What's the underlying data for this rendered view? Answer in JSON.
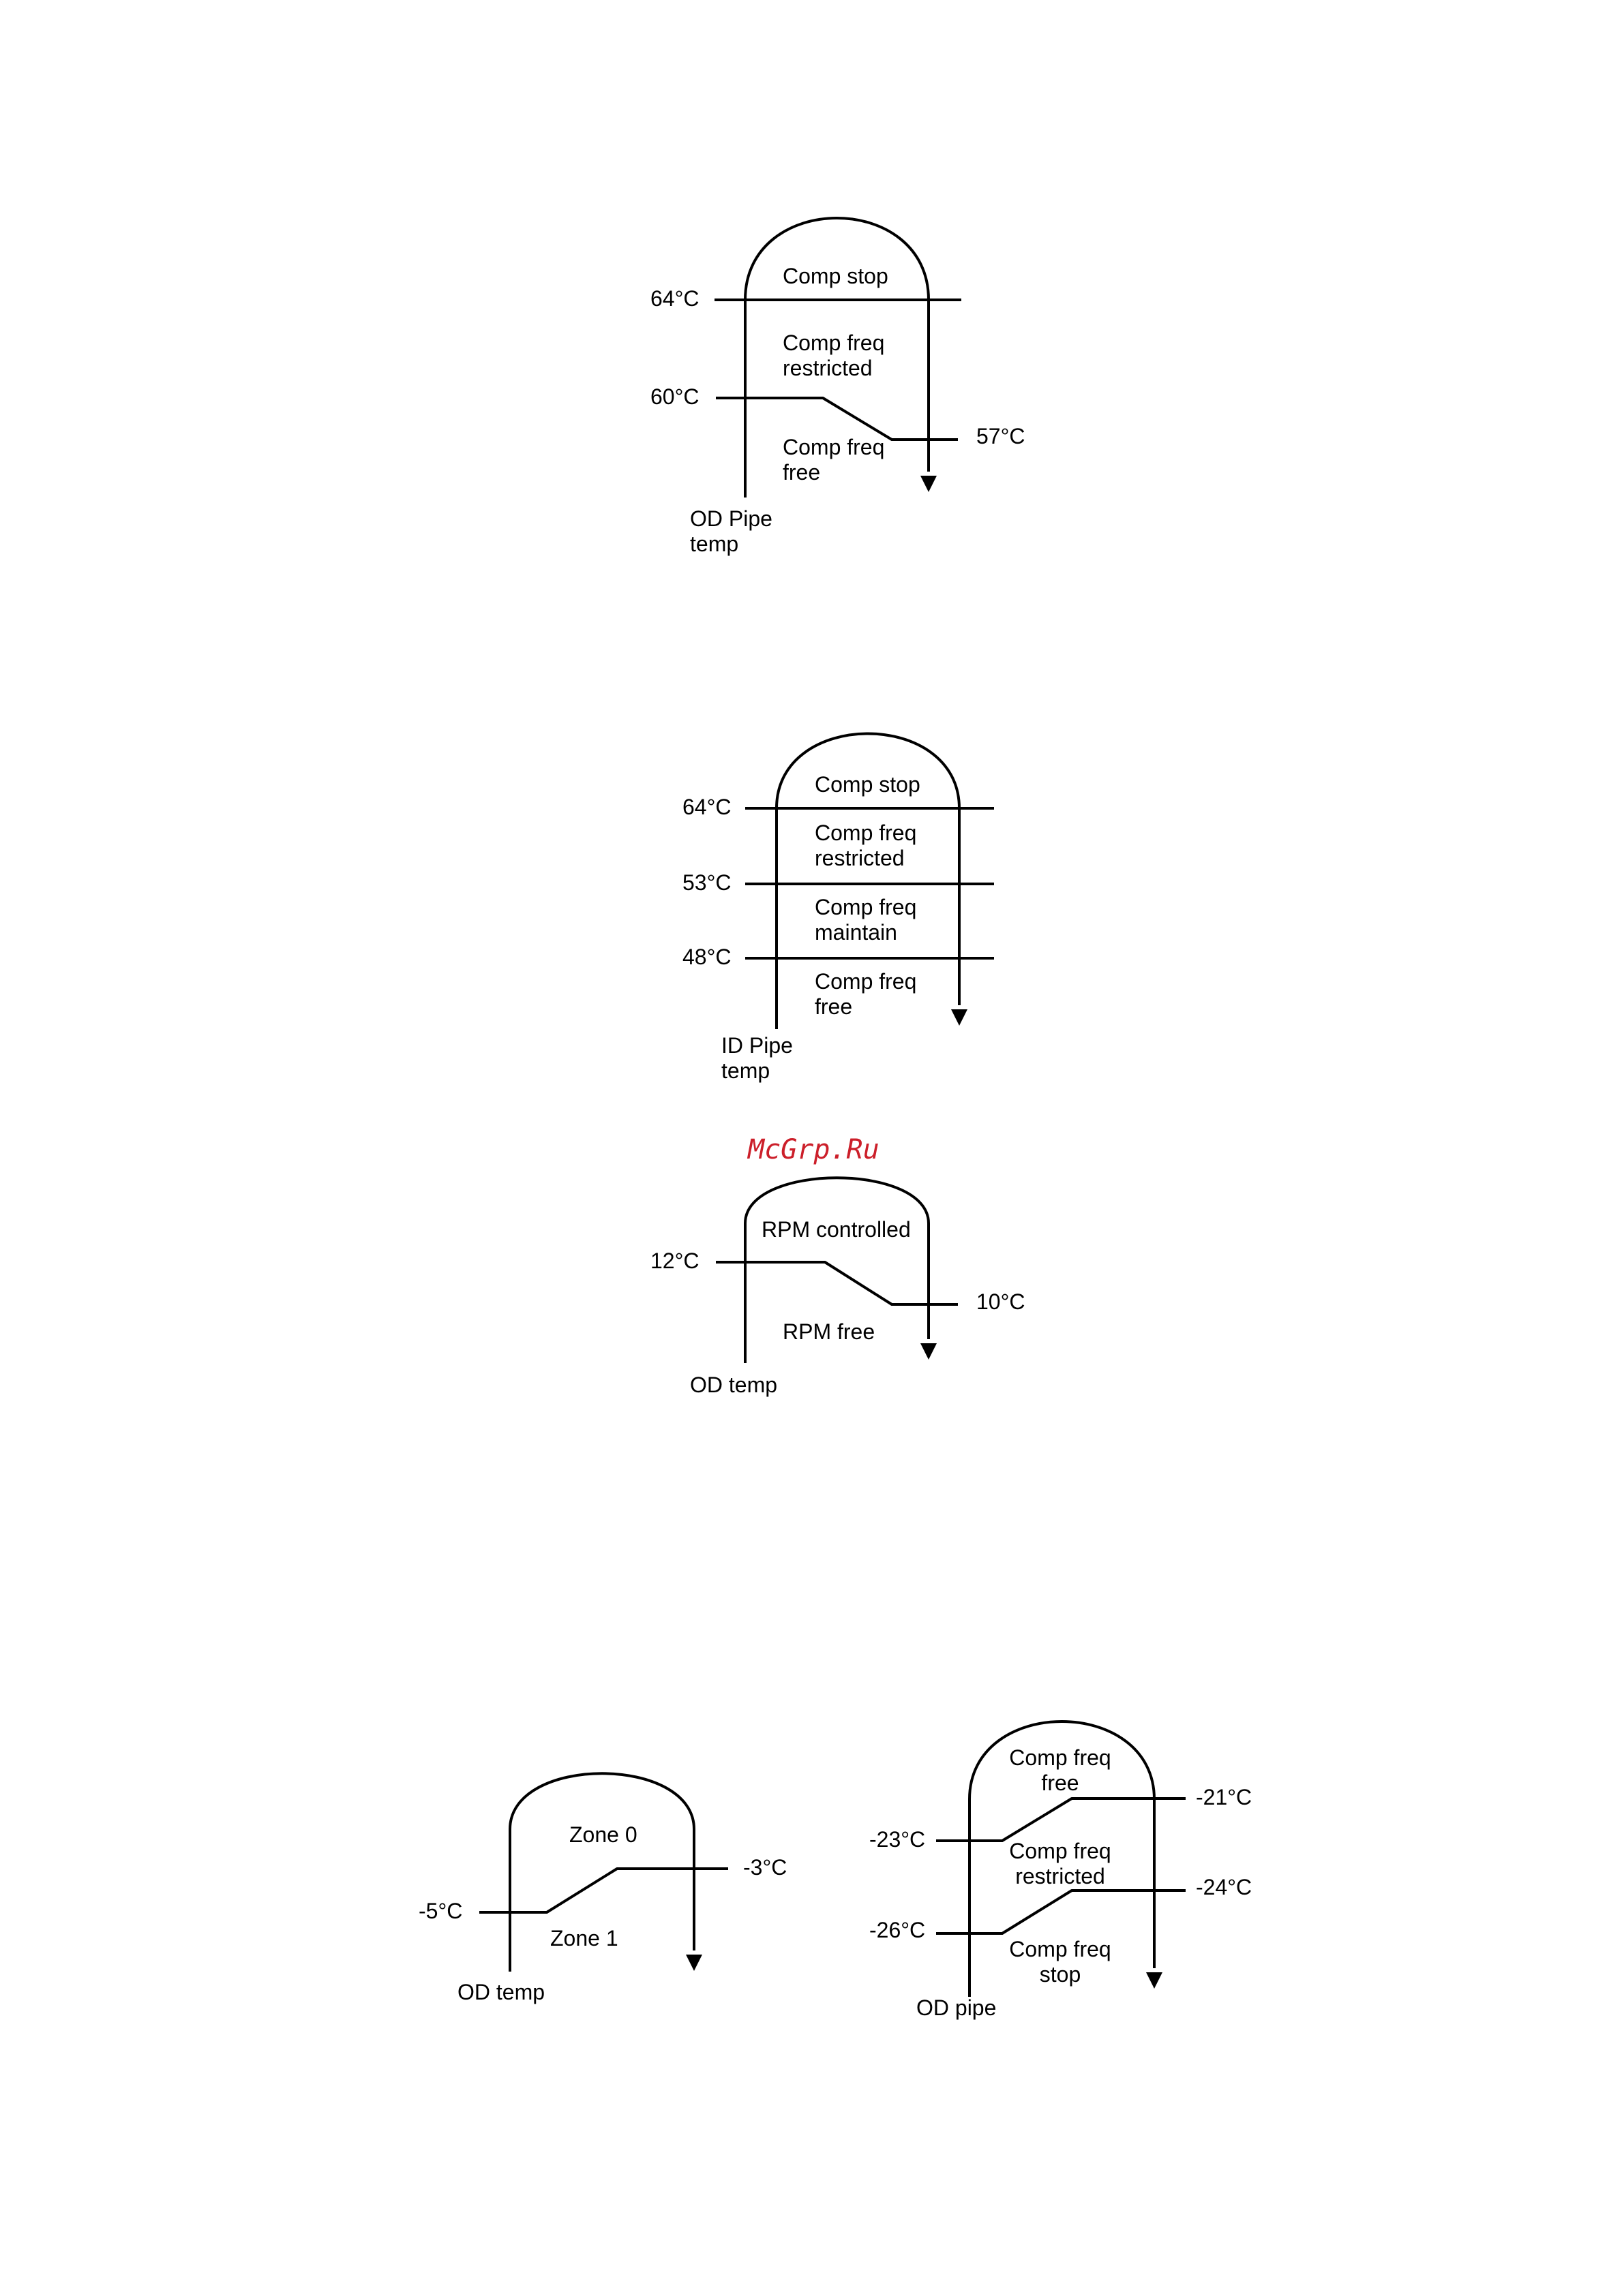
{
  "colors": {
    "line": "#000000",
    "text": "#000000",
    "watermark": "#cc1f2a",
    "background": "#ffffff"
  },
  "watermark": "McGrp.Ru",
  "diagram1": {
    "temp_high": "64°C",
    "temp_mid": "60°C",
    "temp_return": "57°C",
    "zone_top": "Comp stop",
    "zone_mid": [
      "Comp freq",
      "restricted"
    ],
    "zone_low": [
      "Comp freq",
      "free"
    ],
    "axis_label": [
      "OD Pipe",
      "temp"
    ]
  },
  "diagram2": {
    "temp_1": "64°C",
    "temp_2": "53°C",
    "temp_3": "48°C",
    "zone_1": "Comp stop",
    "zone_2": [
      "Comp freq",
      "restricted"
    ],
    "zone_3": [
      "Comp freq",
      "maintain"
    ],
    "zone_4": [
      "Comp freq",
      "free"
    ],
    "axis_label": [
      "ID Pipe",
      "temp"
    ]
  },
  "diagram3": {
    "temp_high": "12°C",
    "temp_return": "10°C",
    "zone_top": "RPM controlled",
    "zone_low": "RPM free",
    "axis_label": "OD temp"
  },
  "diagram4": {
    "temp_low": "-5°C",
    "temp_return": "-3°C",
    "zone_top": "Zone 0",
    "zone_low": "Zone 1",
    "axis_label": "OD temp"
  },
  "diagram5": {
    "temp_a_in": "-23°C",
    "temp_a_out": "-21°C",
    "temp_b_in": "-26°C",
    "temp_b_out": "-24°C",
    "zone_top": [
      "Comp freq",
      "free"
    ],
    "zone_mid": [
      "Comp freq",
      "restricted"
    ],
    "zone_low": [
      "Comp freq",
      "stop"
    ],
    "axis_label": "OD pipe"
  }
}
